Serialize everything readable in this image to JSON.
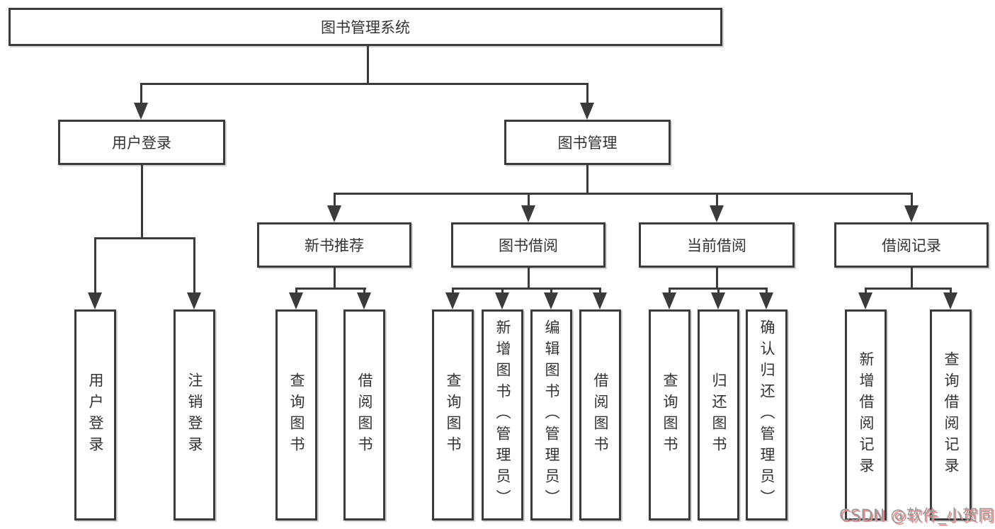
{
  "root": {
    "label": "图书管理系统"
  },
  "level2": [
    {
      "label": "用户登录"
    },
    {
      "label": "图书管理"
    }
  ],
  "level3": [
    {
      "label": "新书推荐"
    },
    {
      "label": "图书借阅"
    },
    {
      "label": "当前借阅"
    },
    {
      "label": "借阅记录"
    }
  ],
  "leaves": [
    {
      "label": "用户登录"
    },
    {
      "label": "注销登录"
    },
    {
      "label": "查询图书"
    },
    {
      "label": "借阅图书"
    },
    {
      "label": "查询图书"
    },
    {
      "label": "新增图书（管理员）"
    },
    {
      "label": "编辑图书（管理员）"
    },
    {
      "label": "借阅图书"
    },
    {
      "label": "查询图书"
    },
    {
      "label": "归还图书"
    },
    {
      "label": "确认归还（管理员）"
    },
    {
      "label": "新增借阅记录"
    },
    {
      "label": "查询借阅记录"
    }
  ],
  "watermark": {
    "text": "CSDN @软件_小贺同学"
  },
  "colors": {
    "line": "#3b3b3b",
    "text": "#333333",
    "background": "#ffffff",
    "watermark_gray": "#999999",
    "watermark_red_shadow": "#e88a8a"
  }
}
